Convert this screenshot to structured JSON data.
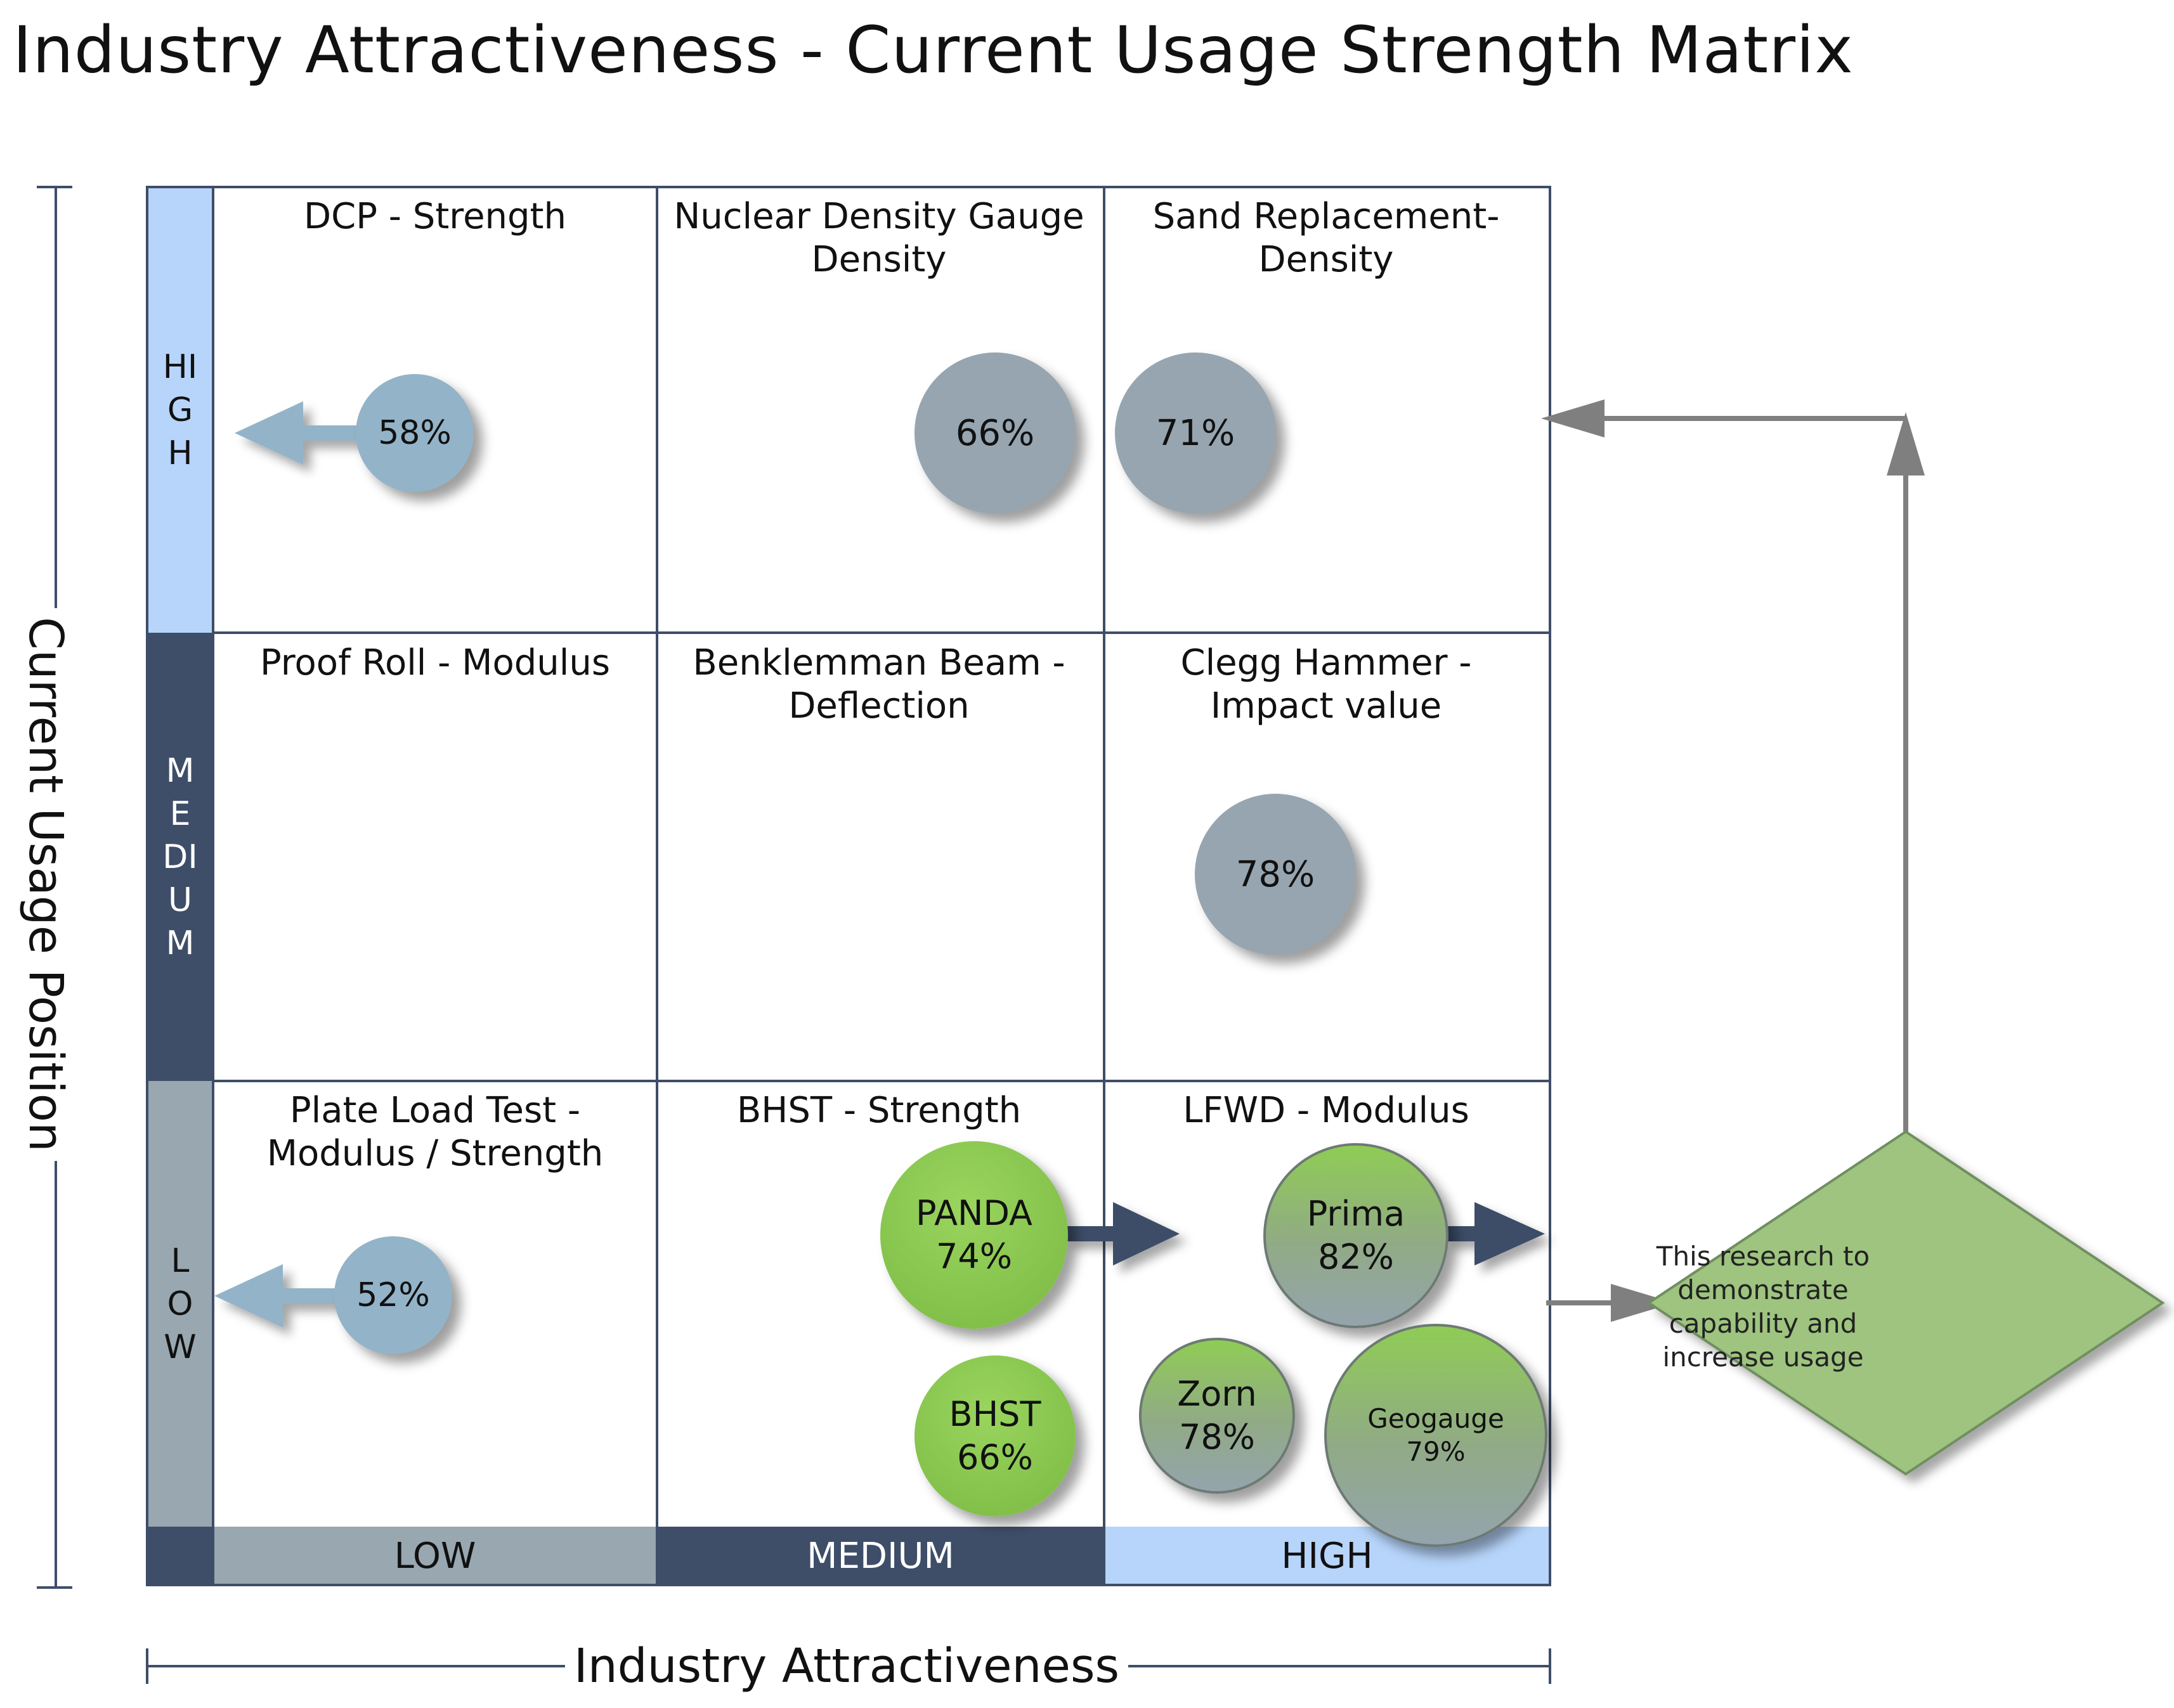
{
  "title": "Industry Attractiveness - Current Usage Strength Matrix",
  "y_axis_title": "Current Usage Position",
  "x_axis_title": "Industry Attractiveness",
  "row_bands": [
    {
      "label": "HIGH",
      "color": "#b7d5fb",
      "text_color": "#111111"
    },
    {
      "label": "MEDIUM",
      "color": "#3e4e68",
      "text_color": "#ffffff"
    },
    {
      "label": "LOW",
      "color": "#98a7b0",
      "text_color": "#111111"
    }
  ],
  "column_bands": [
    {
      "label": "LOW",
      "color": "#98a7b0",
      "text_color": "#111111"
    },
    {
      "label": "MEDIUM",
      "color": "#3e4e68",
      "text_color": "#ffffff"
    },
    {
      "label": "HIGH",
      "color": "#b7d5fb",
      "text_color": "#111111"
    }
  ],
  "cells": {
    "high_low": "DCP - Strength",
    "high_medium": "Nuclear Density Gauge\nDensity",
    "high_high": "Sand Replacement-\nDensity",
    "medium_low": "Proof Roll - Modulus",
    "medium_medium": "Benklemman Beam -\nDeflection",
    "medium_high": "Clegg Hammer -\nImpact value",
    "low_low": "Plate Load Test -\nModulus / Strength",
    "low_medium": "BHST - Strength",
    "low_high": "LFWD - Modulus"
  },
  "bubbles": {
    "dcp": "58%",
    "nuclear": "66%",
    "sand": "71%",
    "clegg": "78%",
    "plate": "52%",
    "panda": "PANDA\n74%",
    "bhst": "BHST\n66%",
    "prima": "Prima\n82%",
    "zorn": "Zorn\n78%",
    "geogauge": "Geogauge\n79%"
  },
  "note": "This research to demonstrate capability and increase usage",
  "colors": {
    "border": "#3e4e68",
    "bubble_blue": "#93b3c8",
    "bubble_gray": "#97a5b0",
    "bubble_green": "#86c44e",
    "arrow_light_blue": "#93b3c8",
    "arrow_navy": "#3e4e68",
    "arrow_gray": "#7f7f7f",
    "diamond_fill": "#9ec47f"
  }
}
